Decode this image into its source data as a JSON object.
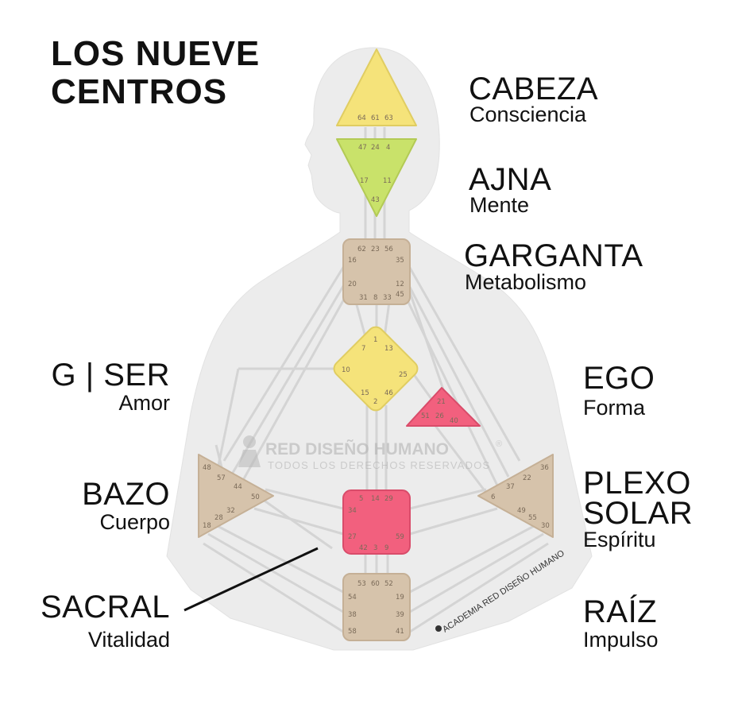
{
  "title": {
    "line1": "LOS NUEVE",
    "line2": "CENTROS"
  },
  "centers": {
    "cabeza": {
      "name": "CABEZA",
      "desc": "Consciencia",
      "gates": [
        "64",
        "61",
        "63"
      ],
      "color": "#f5e37a"
    },
    "ajna": {
      "name": "AJNA",
      "desc": "Mente",
      "gates": [
        "47",
        "24",
        "4",
        "17",
        "11",
        "43"
      ],
      "color": "#c9e26a"
    },
    "garganta": {
      "name": "GARGANTA",
      "desc": "Metabolismo",
      "gates": [
        "62",
        "23",
        "56",
        "16",
        "35",
        "20",
        "12",
        "31",
        "8",
        "33",
        "45"
      ],
      "color": "#d6c3ab"
    },
    "g": {
      "name": "G | SER",
      "desc": "Amor",
      "gates": [
        "1",
        "7",
        "13",
        "10",
        "25",
        "15",
        "46",
        "2"
      ],
      "color": "#f5e37a"
    },
    "ego": {
      "name": "EGO",
      "desc": "Forma",
      "gates": [
        "21",
        "51",
        "26",
        "40"
      ],
      "color": "#f2607e"
    },
    "bazo": {
      "name": "BAZO",
      "desc": "Cuerpo",
      "gates": [
        "48",
        "57",
        "44",
        "50",
        "32",
        "28",
        "18"
      ],
      "color": "#d6c3ab"
    },
    "plexo": {
      "name1": "PLEXO",
      "name2": "SOLAR",
      "desc": "Espíritu",
      "gates": [
        "36",
        "22",
        "37",
        "6",
        "49",
        "55",
        "30"
      ],
      "color": "#d6c3ab"
    },
    "sacral": {
      "name": "SACRAL",
      "desc": "Vitalidad",
      "gates": [
        "5",
        "14",
        "29",
        "34",
        "27",
        "59",
        "42",
        "3",
        "9"
      ],
      "color": "#f2607e"
    },
    "raiz": {
      "name": "RAÍZ",
      "desc": "Impulso",
      "gates": [
        "53",
        "60",
        "52",
        "54",
        "19",
        "38",
        "39",
        "58",
        "41"
      ],
      "color": "#d6c3ab"
    }
  },
  "watermark": {
    "line1": "RED DISEÑO HUMANO",
    "line2": "TODOS LOS DERECHOS RESERVADOS",
    "reg": "®"
  },
  "credit": "ACADEMIA RED DISEÑO HUMANO",
  "colors": {
    "silhouette": "#ececec",
    "channel": "#d2d2d2",
    "pointer": "#111111"
  }
}
